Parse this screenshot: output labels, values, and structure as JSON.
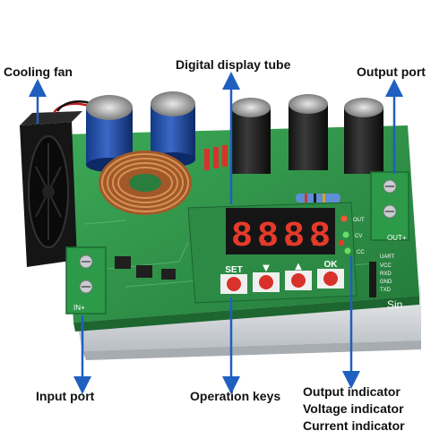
{
  "labels": {
    "cooling_fan": "Cooling fan",
    "digital_display": "Digital display tube",
    "output_port": "Output port",
    "input_port": "Input port",
    "operation_keys": "Operation keys",
    "output_indicator": "Output indicator",
    "voltage_indicator": "Voltage indicator",
    "current_indicator": "Current indicator"
  },
  "board": {
    "keys": [
      "SET",
      "▼",
      "▲",
      "OK"
    ],
    "terminal_in": "IN+",
    "terminal_out": "OUT+",
    "uart_pins": [
      "UART",
      "VCC",
      "RXD",
      "GND",
      "TXD"
    ],
    "led_labels": [
      "OUT",
      "CV",
      "CC"
    ],
    "logo": "Sin"
  },
  "colors": {
    "pcb": "#2f9b4a",
    "arrow": "#1f5fbf",
    "display_digit": "#e53a2a",
    "key_red": "#d8322a",
    "heatsink": "#d5d8db"
  }
}
